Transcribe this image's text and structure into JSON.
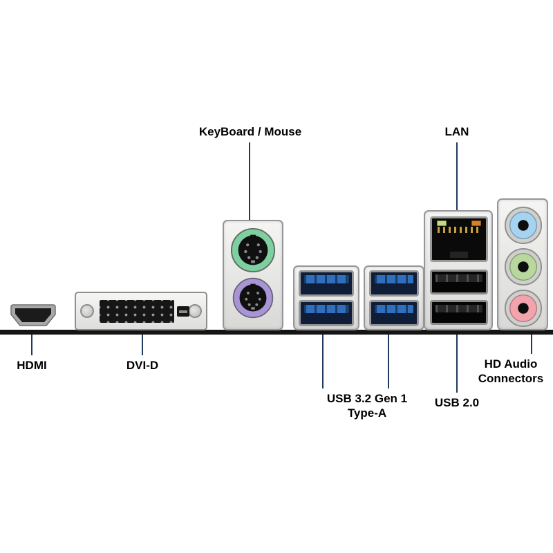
{
  "diagram": {
    "title": "Motherboard rear I/O panel diagram",
    "labels": {
      "keyboard_mouse": "KeyBoard / Mouse",
      "lan": "LAN",
      "hdmi": "HDMI",
      "dvi": "DVI-D",
      "usb32": "USB 3.2 Gen 1\nType-A",
      "usb20": "USB 2.0",
      "hd_audio": "HD Audio\nConnectors"
    },
    "colors": {
      "leader_line": "#20395e",
      "panel_bar": "#141414",
      "ps2_keyboard_green": "#7fcfa0",
      "ps2_mouse_purple": "#a795d6",
      "usb3_blue": "#2f6fbe",
      "audio_line_in_blue": "#a6d3ef",
      "audio_line_out_green": "#b8d89f",
      "audio_mic_pink": "#f2a4ad",
      "bracket_silver": "#e8e8e6"
    }
  }
}
